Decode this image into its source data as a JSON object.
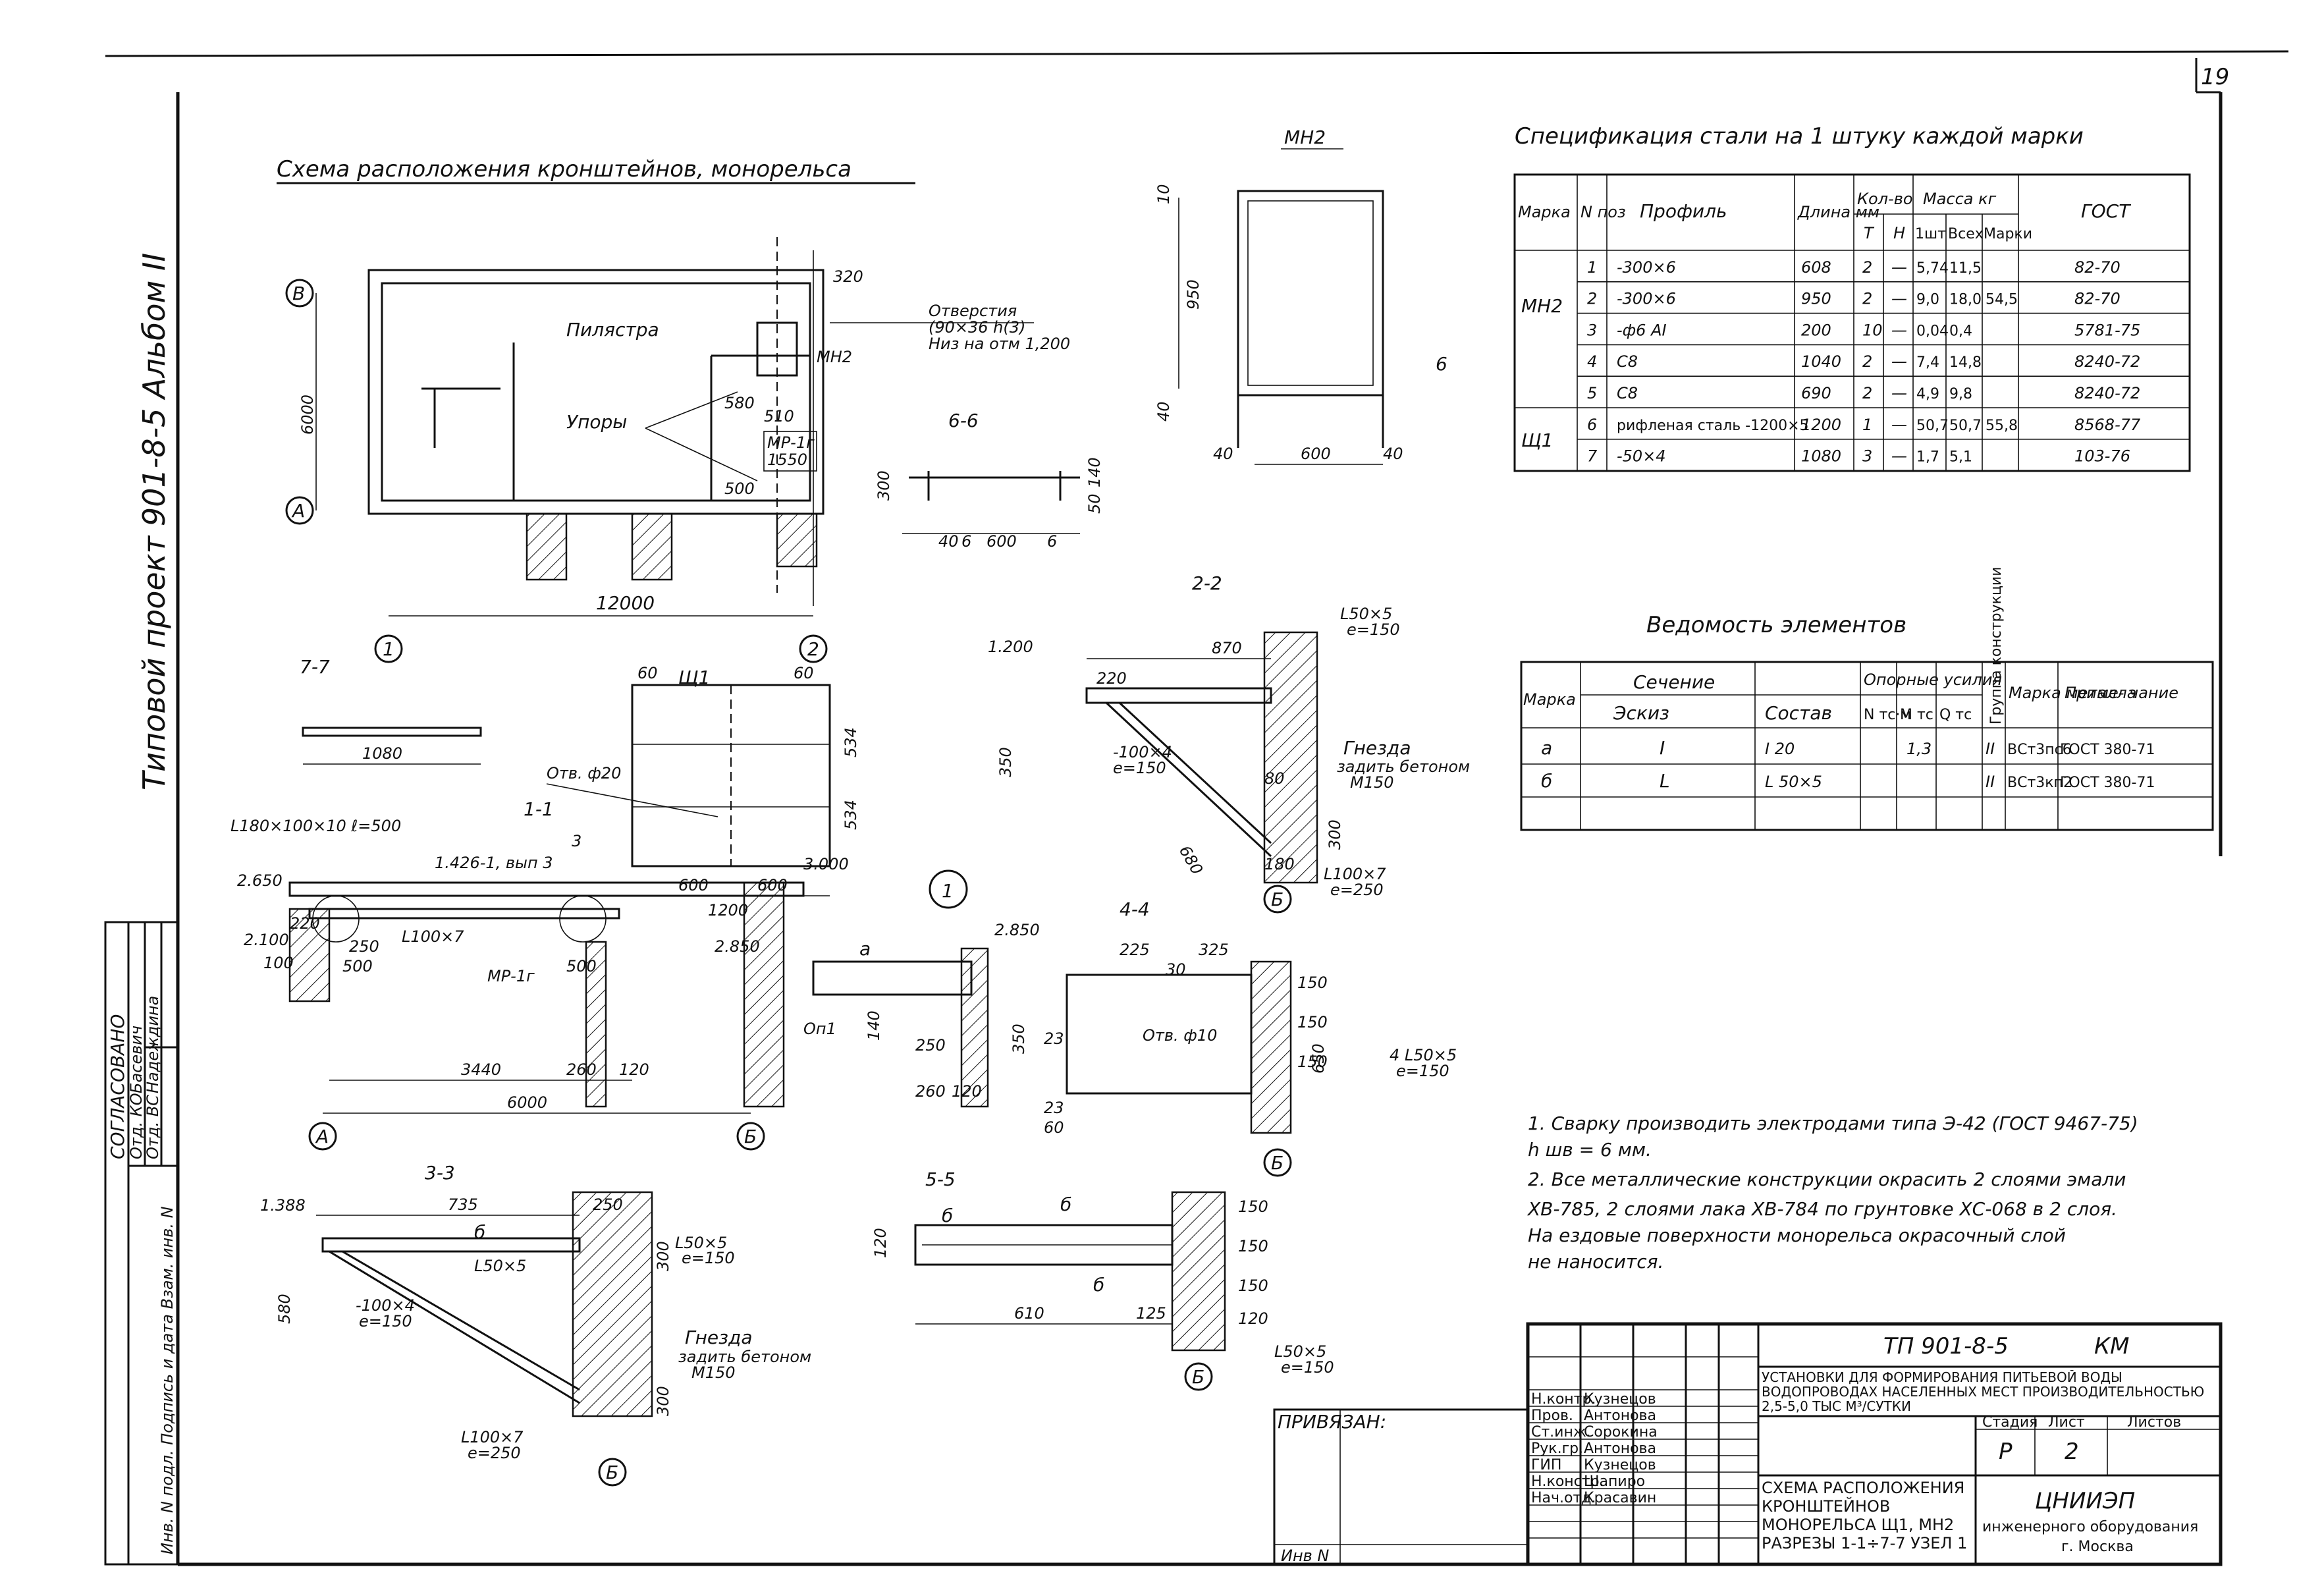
{
  "sheet": {
    "number": "19",
    "margin_vertical": "Типовой проект  901-8-5      Альбом II"
  },
  "plan": {
    "title": "Схема расположения кронштейнов, монорельса",
    "labels": {
      "pilaster": "Пилястра",
      "stops": "Упоры",
      "holes": "Отверстия",
      "holes_size": "(90×36 h(3)",
      "holes_note": "Низ на отм 1,200",
      "mn2": "МН2",
      "mp": "МР-1г",
      "mp_dim": "1550"
    },
    "axes": {
      "v": "В",
      "a": "А",
      "n1": "1",
      "n2": "2"
    },
    "dims": {
      "width": "12000",
      "height": "6000",
      "d320": "320",
      "d510": "510",
      "d580": "580",
      "d500": "500"
    }
  },
  "mn2": {
    "title": "МН2",
    "dims": {
      "d600": "600",
      "d40a": "40",
      "d40b": "40",
      "d950": "950",
      "d10": "10",
      "d40c": "40"
    },
    "cut": "6"
  },
  "s66": {
    "title": "6-6",
    "dims": {
      "d300": "300",
      "d40": "40",
      "d600": "600",
      "d6a": "6",
      "d6b": "6",
      "d140": "140",
      "d50": "50"
    }
  },
  "s77": {
    "title": "7-7",
    "dims": {
      "d1080": "1080"
    }
  },
  "sh1": {
    "title": "Щ1",
    "hole": "Отв. ф20",
    "dims": {
      "d60a": "60",
      "d60b": "60",
      "d600a": "600",
      "d600b": "600",
      "d1200": "1200",
      "d534a": "534",
      "d534b": "534"
    }
  },
  "s22": {
    "title": "2-2",
    "elev": "1.200",
    "dims": {
      "d870": "870",
      "d220": "220",
      "d350": "350",
      "d680": "680",
      "d80": "80",
      "d300": "300",
      "d180": "180"
    },
    "labels": {
      "l50": "L50×5",
      "l50e": "e=150",
      "strip": "-100×4",
      "stripe": "e=150",
      "l100": "L100×7",
      "l100e": "e=250",
      "nest1": "Гнезда",
      "nest2": "задить бетоном",
      "nest3": "М150"
    },
    "axis": "Б"
  },
  "spec": {
    "title": "Спецификация стали на 1 штуку каждой марки",
    "headers": {
      "marka": "Марка",
      "n": "N поз",
      "profile": "Профиль",
      "length": "Длина мм",
      "qty": "Кол-во",
      "t": "Т",
      "h": "Н",
      "mass": "Масса кг",
      "one": "1шт",
      "all": "Всех",
      "mark": "Марки",
      "gost": "ГОСТ"
    },
    "rows": [
      {
        "marka": "МН2",
        "n": "1",
        "profile": "-300×6",
        "length": "608",
        "t": "2",
        "h": "—",
        "one": "5,74",
        "all": "11,5",
        "mark": "",
        "gost": "82-70"
      },
      {
        "marka": "",
        "n": "2",
        "profile": "-300×6",
        "length": "950",
        "t": "2",
        "h": "—",
        "one": "9,0",
        "all": "18,0",
        "mark": "54,5",
        "gost": "82-70"
      },
      {
        "marka": "",
        "n": "3",
        "profile": "-ф6 АI",
        "length": "200",
        "t": "10",
        "h": "—",
        "one": "0,04",
        "all": "0,4",
        "mark": "",
        "gost": "5781-75"
      },
      {
        "marka": "",
        "n": "4",
        "profile": "С8",
        "length": "1040",
        "t": "2",
        "h": "—",
        "one": "7,4",
        "all": "14,8",
        "mark": "",
        "gost": "8240-72"
      },
      {
        "marka": "",
        "n": "5",
        "profile": "С8",
        "length": "690",
        "t": "2",
        "h": "—",
        "one": "4,9",
        "all": "9,8",
        "mark": "",
        "gost": "8240-72"
      },
      {
        "marka": "Щ1",
        "n": "6",
        "profile": "рифленая сталь -1200×5",
        "length": "1200",
        "t": "1",
        "h": "—",
        "one": "50,7",
        "all": "50,7",
        "mark": "55,8",
        "gost": "8568-77"
      },
      {
        "marka": "",
        "n": "7",
        "profile": "-50×4",
        "length": "1080",
        "t": "3",
        "h": "—",
        "one": "1,7",
        "all": "5,1",
        "mark": "",
        "gost": "103-76"
      }
    ]
  },
  "elements": {
    "title": "Ведомость элементов",
    "headers": {
      "marka": "Марка",
      "section": "Сечение",
      "sketch": "Эскиз",
      "comp": "Состав",
      "forces": "Опорные усилия",
      "f1": "N тс·м",
      "f2": "M тс",
      "f3": "Q тс",
      "group": "Группа конструкции",
      "steel": "Марка металла",
      "note": "Приме- чание"
    },
    "rows": [
      {
        "marka": "а",
        "sketch": "I",
        "comp": "I 20",
        "f1": "",
        "f2": "1,3",
        "f3": "",
        "group": "II",
        "steel": "ВСт3пс6",
        "note": "ГОСТ 380-71"
      },
      {
        "marka": "б",
        "sketch": "L",
        "comp": "L 50×5",
        "f1": "",
        "f2": "",
        "f3": "",
        "group": "II",
        "steel": "ВСт3кп2",
        "note": "ГОСТ 380-71"
      }
    ]
  },
  "s11": {
    "title": "1-1",
    "labels": {
      "beam": "L180×100×10  ℓ=500",
      "ref": "3",
      "ref2": "1.426-1, вып 3",
      "l100": "L100×7",
      "mp": "МР-1г"
    },
    "dims": {
      "e2650": "2.650",
      "e2100": "2.100",
      "e2850": "2.850",
      "e3000": "3.000",
      "d3440": "3440",
      "d260": "260",
      "d120": "120",
      "d6000": "6000",
      "d250": "250",
      "d500a": "500",
      "d500b": "500",
      "d220": "220",
      "d100": "100"
    },
    "axes": {
      "a": "А",
      "b": "Б"
    },
    "node": "1"
  },
  "s44": {
    "title": "4-4",
    "hole": "Отв. ф10",
    "dims": {
      "d225": "225",
      "d325": "325",
      "d30": "30",
      "d350": "350",
      "d650": "650",
      "d23a": "23",
      "d23b": "23",
      "d60": "60",
      "d150a": "150",
      "d150b": "150",
      "d150c": "150"
    },
    "labels": {
      "l50": "4 L50×5",
      "l50e": "e=150"
    },
    "axis": "Б"
  },
  "node1": {
    "mark_a": "а",
    "e2850": "2.850",
    "op1": "Оп1",
    "d140": "140",
    "d250": "250",
    "d260": "260",
    "d120": "120"
  },
  "s33": {
    "title": "3-3",
    "elev": "1.388",
    "dims": {
      "d735": "735",
      "d250": "250",
      "d580": "580",
      "d300a": "300",
      "d300b": "300"
    },
    "labels": {
      "l50": "L50×5",
      "l50b": "L50×5",
      "l50e": "e=150",
      "strip": "-100×4",
      "stripe": "e=150",
      "l100": "L100×7",
      "l100e": "e=250",
      "nest1": "Гнезда",
      "nest2": "задить бетоном",
      "nest3": "М150",
      "b": "б"
    },
    "axis": "Б"
  },
  "s55": {
    "title": "5-5",
    "dims": {
      "d610": "610",
      "d125": "125",
      "d120": "120",
      "d150a": "150",
      "d150b": "150",
      "d150c": "150",
      "d120b": "120"
    },
    "labels": {
      "b1": "б",
      "b2": "б",
      "b3": "б",
      "l50": "L50×5",
      "l50e": "e=150"
    },
    "axis": "Б"
  },
  "notes": [
    "1. Сварку производить электродами типа Э-42 (ГОСТ 9467-75)",
    "    h шв = 6 мм.",
    "2. Все металлические конструкции окрасить 2 слоями эмали",
    "    ХВ-785, 2 слоями лака ХВ-784 по грунтовке ХС-068 в 2 слоя.",
    "    На ездовые поверхности монорельса окрасочный слой",
    "    не наносится."
  ],
  "stamp": {
    "code": "ТП 901-8-5",
    "section": "КМ",
    "project": "Установки для формирования питьевой воды водопроводах населенных мест производительностью 2,5-5,0 тыс м³/сутки",
    "stage_h": "Стадия",
    "sheet_h": "Лист",
    "sheets_h": "Листов",
    "stage": "Р",
    "sheet": "2",
    "sheets": "",
    "title": "Схема расположения кронштейнов монорельса Щ1, МН2 Разрезы 1-1÷7-7  Узел 1",
    "org": "ЦНИИЭП",
    "org2": "инженерного оборудования",
    "city": "г. Москва",
    "bind": "ПРИВЯЗАН:",
    "inv": "Инв N",
    "signers": [
      {
        "role": "Н.контр.",
        "name": "Кузнецов"
      },
      {
        "role": "Пров.",
        "name": "Антонова"
      },
      {
        "role": "Ст.инж.",
        "name": "Сорокина"
      },
      {
        "role": "Рук.гр.",
        "name": "Антонова"
      },
      {
        "role": "ГИП",
        "name": "Кузнецов"
      },
      {
        "role": "Н.констр.",
        "name": "Шапиро"
      },
      {
        "role": "Нач.отд.",
        "name": "Красавин"
      }
    ]
  },
  "approval": {
    "title": "СОГЛАСОВАНО",
    "rows": [
      {
        "dept": "Отд. КО",
        "name": "Басевич"
      },
      {
        "dept": "Отд. ВС",
        "name": "Надеждина"
      }
    ],
    "side": "Инв. N подл.  Подпись и дата  Взам. инв. N"
  }
}
